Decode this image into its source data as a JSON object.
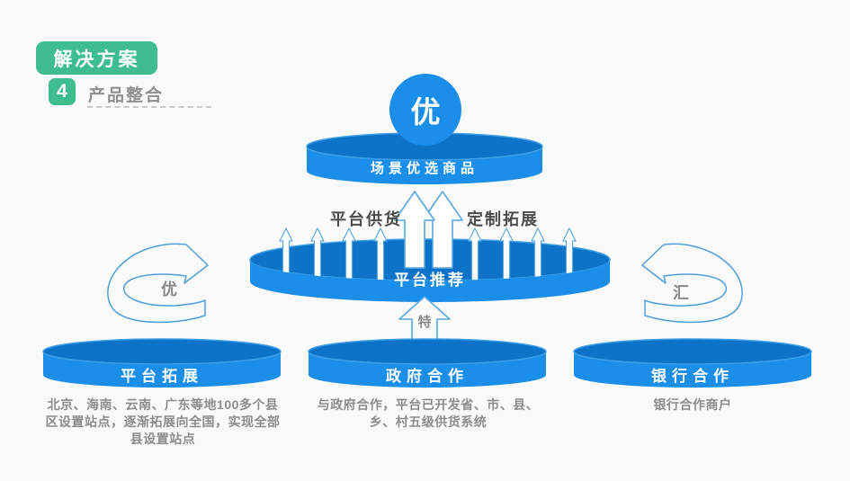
{
  "header": {
    "badge": "解决方案",
    "step_number": "4",
    "step_title": "产品整合"
  },
  "top": {
    "circle_label": "优",
    "cylinder_label": "场景优选商品"
  },
  "middle": {
    "supply_arrow_label": "平台供货",
    "custom_arrow_label": "定制拓展",
    "cylinder_label": "平台推荐",
    "special_arrow_label": "特",
    "left_swirl_label": "优",
    "right_swirl_label": "汇"
  },
  "bottom": {
    "columns": [
      {
        "title": "平台拓展",
        "description": "北京、海南、云南、广东等地100多个县区设置站点，逐渐拓展向全国，实现全部县设置站点"
      },
      {
        "title": "政府合作",
        "description": "与政府合作，平台已开发省、市、县、乡、村五级供货系统"
      },
      {
        "title": "银行合作",
        "description": "银行合作商户"
      }
    ]
  },
  "colors": {
    "accent_green": "#3fbd8e",
    "cylinder_side_blue": "#1b8ee9",
    "cylinder_top_blue": "#0d73c8",
    "arrow_outline_blue": "#58a7e1",
    "label_dark_gray": "#4c4c4c",
    "label_mid_gray": "#8c8c8c",
    "background": "#fafafa"
  }
}
